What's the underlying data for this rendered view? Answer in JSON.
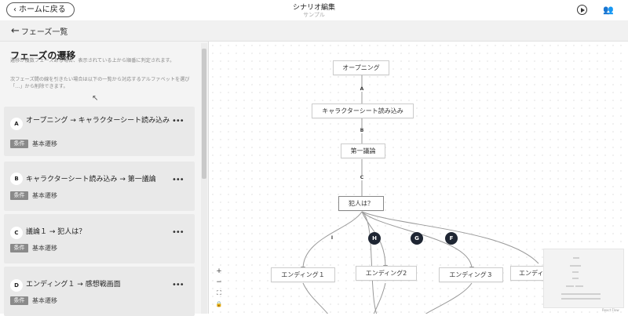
{
  "header": {
    "home_label": "ホームに戻る",
    "title": "シナリオ編集",
    "subtitle": "サンプル"
  },
  "subbar": {
    "back_label": "フェーズ一覧"
  },
  "sidebar": {
    "title": "フェーズの遷移",
    "desc1": "遷移が複数フェーズある場合、表示されている上から順番に判定されます。",
    "desc2": "次フェーズ間の線を引きたい場合は以下の一覧から対応するアルファベットを選び「…」から削除できます。",
    "cards": [
      {
        "letter": "A",
        "title": "オープニング → キャラクターシート読み込み",
        "badge": "条件",
        "cond": "基本遷移"
      },
      {
        "letter": "B",
        "title": "キャラクターシート読み込み → 第一議論",
        "badge": "条件",
        "cond": "基本遷移"
      },
      {
        "letter": "C",
        "title": "議論１ → 犯人は？",
        "badge": "条件",
        "cond": "基本遷移"
      },
      {
        "letter": "D",
        "title": "エンディング１ → 感想戦画面",
        "badge": "条件",
        "cond": "基本遷移"
      }
    ],
    "more_label": "•••"
  },
  "canvas": {
    "nodes": {
      "opening": "オープニング",
      "charsheet": "キャラクターシート読み込み",
      "discussion": "第一議論",
      "culprit": "犯人は？",
      "end1": "エンディング１",
      "end2": "エンディング2",
      "end3": "エンディング３",
      "end4": "エンディ"
    },
    "edge_labels": {
      "a": "A",
      "b": "B",
      "c": "C",
      "i": "I"
    },
    "edge_badges": {
      "h": "H",
      "g": "G",
      "f": "F"
    },
    "controls": {
      "zoom_in": "+",
      "zoom_out": "−",
      "fit": "⛶",
      "lock": "🔒"
    },
    "attribution": "React Flow"
  },
  "colors": {
    "badge_dark": "#1f2633",
    "condition_badge": "#8a8a8a"
  }
}
